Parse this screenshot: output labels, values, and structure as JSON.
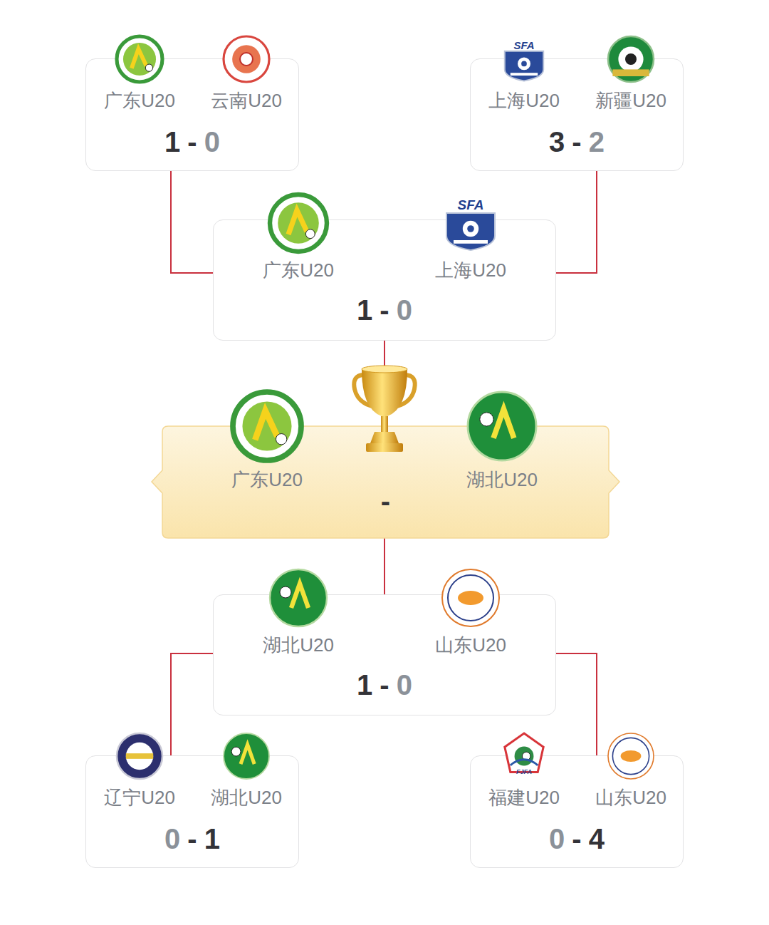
{
  "diagram": {
    "nodes": [
      {
        "text": [
          "广东U20",
          "云南U20",
          "1",
          "-",
          "0"
        ]
      },
      {
        "text": [
          "上海U20",
          "新疆U20",
          "3",
          "-",
          "2"
        ]
      },
      {
        "text": [
          "广东U20",
          "上海U20",
          "1",
          "-",
          "0"
        ]
      },
      {
        "text": [
          "广东U20",
          "湖北U20",
          "-"
        ]
      },
      {
        "text": [
          "湖北U20",
          "山东U20",
          "1",
          "-",
          "0"
        ]
      },
      {
        "text": [
          "辽宁U20",
          "湖北U20",
          "0",
          "-",
          "1"
        ]
      },
      {
        "text": [
          "福建U20",
          "山东U20",
          "0",
          "-",
          "4"
        ]
      }
    ],
    "edges": [
      {
        "from": 0,
        "to": 2,
        "arrow": "none"
      },
      {
        "from": 1,
        "to": 2,
        "arrow": "none"
      },
      {
        "from": 2,
        "to": 3,
        "arrow": "none"
      },
      {
        "from": 4,
        "to": 3,
        "arrow": "none"
      },
      {
        "from": 5,
        "to": 4,
        "arrow": "none"
      },
      {
        "from": 6,
        "to": 4,
        "arrow": "none"
      }
    ],
    "labels": [
      "SFA",
      "SFA",
      "FJFA"
    ]
  }
}
